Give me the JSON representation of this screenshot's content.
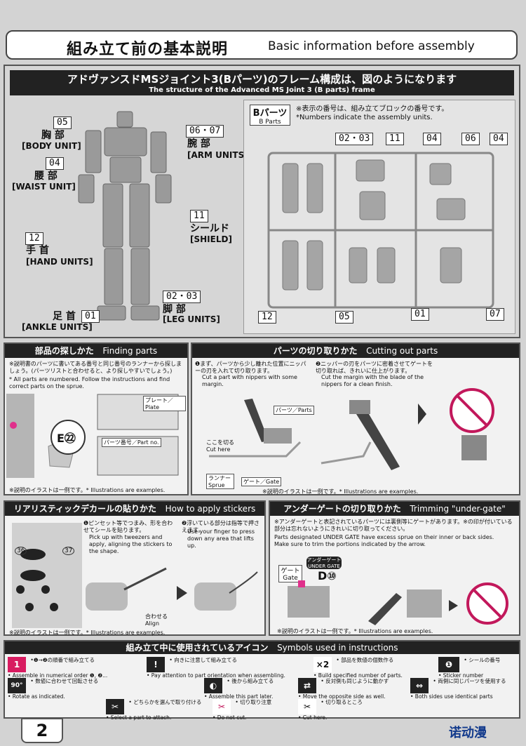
{
  "header": {
    "title_jp": "組み立て前の基本説明",
    "title_en": "Basic information before assembly"
  },
  "frame": {
    "title_jp": "アドヴァンスドMSジョイント3(Bパーツ)のフレーム構成は、図のようになります",
    "title_en": "The structure of the Advanced MS Joint 3 (B parts) frame",
    "labels": [
      {
        "num": "05",
        "jp": "胸 部",
        "en": "[BODY UNIT]"
      },
      {
        "num": "04",
        "jp": "腰 部",
        "en": "[WAIST UNIT]"
      },
      {
        "num": "12",
        "jp": "手 首",
        "en": "[HAND UNITS]"
      },
      {
        "num": "01",
        "jp": "足 首",
        "en": "[ANKLE UNITS]"
      },
      {
        "num": "06・07",
        "jp": "腕 部",
        "en": "[ARM UNITS]"
      },
      {
        "num": "11",
        "jp": "シールド",
        "en": "[SHIELD]"
      },
      {
        "num": "02・03",
        "jp": "脚 部",
        "en": "[LEG UNITS]"
      }
    ],
    "bparts": {
      "title": "Bパーツ",
      "sub": "B Parts",
      "note_jp": "※表示の番号は、組み立てブロックの番号です。",
      "note_en": "*Numbers indicate the assembly units.",
      "nums": [
        "02・03",
        "11",
        "04",
        "06",
        "04",
        "12",
        "05",
        "01",
        "07"
      ]
    }
  },
  "finding": {
    "title_jp": "部品の探しかた",
    "title_en": "Finding parts",
    "note_jp": "※説明書のパーツに書いてある番号と同じ番号のランナーから探しましょう。(パーツリストと合わせると、より探しやすいでしょう。)",
    "note_en": "* All parts are numbered. Follow the instructions and find correct parts on the sprue.",
    "plate": "プレート／Plate",
    "partno": "パーツ番号／Part no.",
    "code": "E㉒",
    "example": "※説明のイラストは一例です。* Illustrations are examples."
  },
  "cutting": {
    "title_jp": "パーツの切り取りかた",
    "title_en": "Cutting out parts",
    "s1_jp": "❶まず、パーツから少し離れた位置にニッパーの刃を入れて切り取ります。",
    "s1_en": "Cut a part with nippers with some margin.",
    "s2_jp": "❷ニッパーの刃をパーツに密着させてゲートを切り取れば、きれいに仕上がります。",
    "s2_en": "Cut the margin with the blade of the nippers for a clean finish.",
    "parts": "パーツ／Parts",
    "cut": "ここを切る Cut here",
    "runner": "ランナー Sprue",
    "gate": "ゲート／Gate",
    "example": "※説明のイラストは一例です。* Illustrations are examples."
  },
  "stickers": {
    "title_jp": "リアリスティックデカールの貼りかた",
    "title_en": "How to apply stickers",
    "s1_jp": "❶ピンセット等でつまみ、形を合わせてシールを貼ります。",
    "s1_en": "Pick up with tweezers and apply, aligning the stickers to the shape.",
    "s2_jp": "❷浮いている部分は指等で押さえます。",
    "s2_en": "Use your finger to press down any area that lifts up.",
    "align": "合わせる Align",
    "n36": "36",
    "n37": "37",
    "example": "※説明のイラストは一例です。* Illustrations are examples."
  },
  "undergate": {
    "title_jp": "アンダーゲートの切り取りかた",
    "title_en": "Trimming \"under-gate\" material",
    "note_jp": "※アンダーゲートと表記されているパーツには裏側等にゲートがあります。※の印が付いている部分は忘れないようにきれいに切り取ってください。",
    "note_en1": "Parts designated UNDER GATE have excess sprue on their inner or back sides.",
    "note_en2": "Make sure to trim the portions indicated by the arrow.",
    "gate": "ゲート Gate",
    "tag": "アンダーゲート UNDER GATE",
    "code": "D⑩",
    "example": "※説明のイラストは一例です。* Illustrations are examples."
  },
  "symbols": {
    "title_jp": "組み立て中に使用されているアイコン",
    "title_en": "Symbols used in instructions",
    "items": [
      {
        "icon": "1",
        "jp": "•❶→❷の順番で組み立てる",
        "en": "• Assemble in numerical order ❶, ❷..."
      },
      {
        "icon": "!",
        "jp": "• 向きに注意して組み立てる",
        "en": "• Pay attention to part orientation when assembling."
      },
      {
        "icon": "×2",
        "jp": "• 部品を数値の個数作る",
        "en": "• Build specified number of parts."
      },
      {
        "icon": "❶",
        "jp": "• シールの番号",
        "en": "• Sticker number"
      },
      {
        "icon": "90°",
        "jp": "• 数値に合わせて回転させる",
        "en": "• Rotate as indicated."
      },
      {
        "icon": "◐",
        "jp": "• 後から組み立てる",
        "en": "• Assemble this part later."
      },
      {
        "icon": "⇄",
        "jp": "• 反対側も同じように動かす",
        "en": "• Move the opposite side as well."
      },
      {
        "icon": "⇔",
        "jp": "• 両側に同じパーツを使用する",
        "en": "• Both sides use identical parts"
      },
      {
        "icon": "✂",
        "jp": "• どちらかを選んで取り付ける",
        "en": "• Select a part to attach."
      },
      {
        "icon": "✂",
        "jp": "• 切り取り注意",
        "en": "• Do not cut."
      },
      {
        "icon": "✂",
        "jp": "• 切り取るところ",
        "en": "• Cut here."
      }
    ]
  },
  "page_number": "2",
  "watermark": "诺动漫"
}
